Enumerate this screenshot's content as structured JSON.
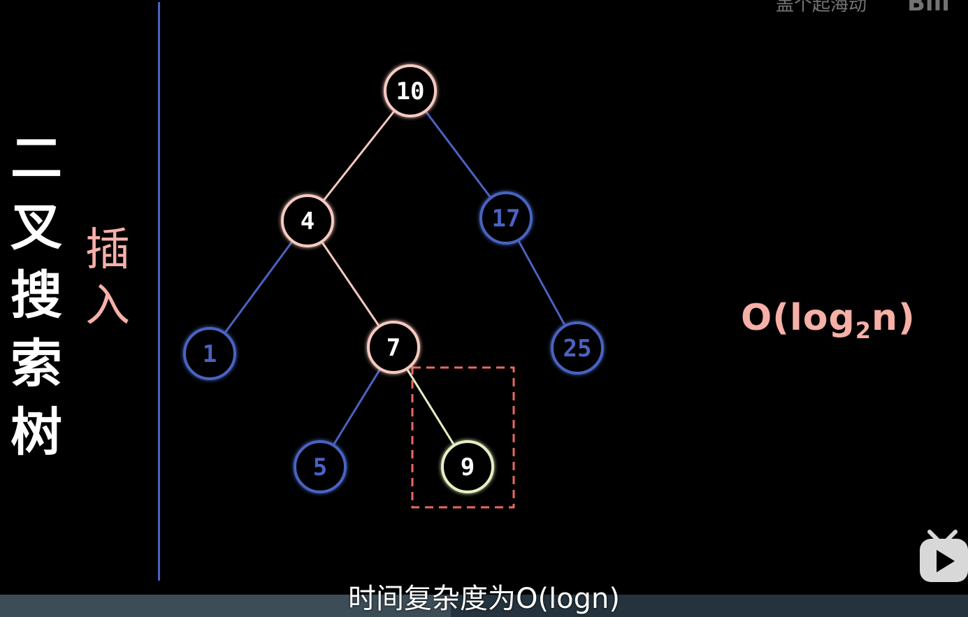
{
  "side_title_chars": [
    "二",
    "叉",
    "搜",
    "索",
    "树"
  ],
  "sub_title_chars": [
    "插",
    "入"
  ],
  "complexity": {
    "prefix": "O(log",
    "base": "2",
    "suffix": "n)"
  },
  "subtitle": "时间复杂度为O(logn)",
  "watermark": "盖个起海动",
  "watermark_logo": "Bili",
  "colors": {
    "path": "#f6c9c0",
    "other": "#4a63c2",
    "new": "#e4f0c0",
    "dashed": "#e86a60",
    "accent_text": "#f6b0a8"
  },
  "nodes": [
    {
      "id": "n10",
      "label": "10",
      "style": "path"
    },
    {
      "id": "n4",
      "label": "4",
      "style": "path"
    },
    {
      "id": "n17",
      "label": "17",
      "style": "other"
    },
    {
      "id": "n1",
      "label": "1",
      "style": "other"
    },
    {
      "id": "n7",
      "label": "7",
      "style": "path"
    },
    {
      "id": "n25",
      "label": "25",
      "style": "other"
    },
    {
      "id": "n5",
      "label": "5",
      "style": "other"
    },
    {
      "id": "n9",
      "label": "9",
      "style": "new"
    }
  ],
  "edges": [
    {
      "from": "n10",
      "to": "n4",
      "style": "path"
    },
    {
      "from": "n10",
      "to": "n17",
      "style": "other"
    },
    {
      "from": "n4",
      "to": "n1",
      "style": "other"
    },
    {
      "from": "n4",
      "to": "n7",
      "style": "path"
    },
    {
      "from": "n17",
      "to": "n25",
      "style": "other"
    },
    {
      "from": "n7",
      "to": "n5",
      "style": "other"
    },
    {
      "from": "n7",
      "to": "n9",
      "style": "new"
    }
  ],
  "highlight_box_around": "n9"
}
